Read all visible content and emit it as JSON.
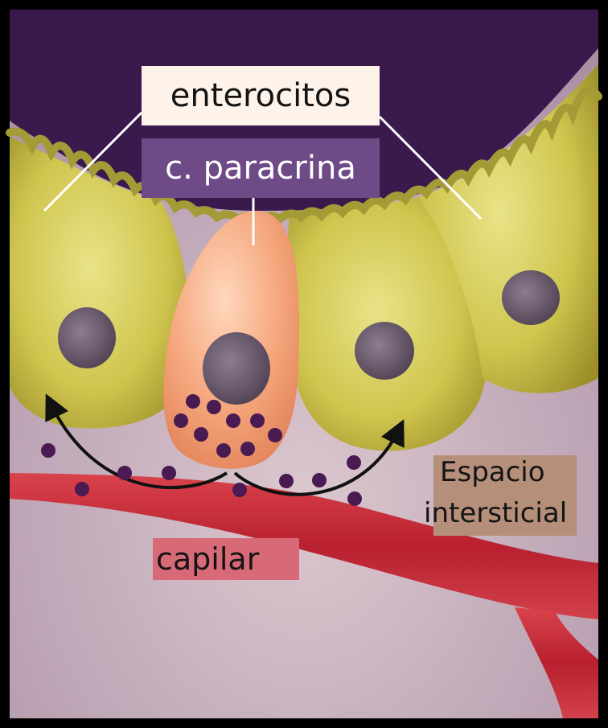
{
  "labels": {
    "enterocitos": "enterocitos",
    "paracrina": "c. paracrina",
    "espacio_line1": "Espacio",
    "espacio_line2": "intersticial",
    "capilar": "capilar"
  },
  "colors": {
    "lumen": "#3d1c4f",
    "enterocyte": "#c6bd4a",
    "paracrine_cell": "#f2a176",
    "nucleus": "#6a5a6c",
    "granule": "#4a1a52",
    "capillary": "#c72a38",
    "interstitium": "#cdb7c2"
  }
}
